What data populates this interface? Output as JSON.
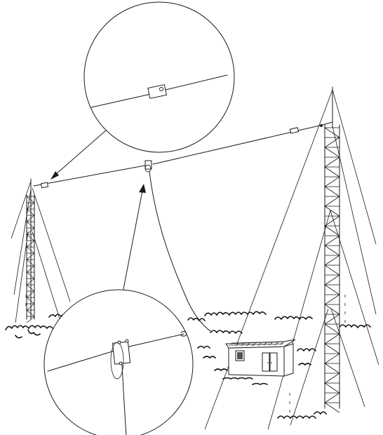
{
  "figure": {
    "background": "#ffffff",
    "ink": "#1a1a1a",
    "components": [
      "left-lattice-mast",
      "right-lattice-mast",
      "main-antenna-wire",
      "insulator-left",
      "insulator-right",
      "center-balun",
      "feedline",
      "guy-wires",
      "equipment-shelter",
      "detail-callout-insulator",
      "detail-callout-balun",
      "pointer-arrows",
      "vegetation"
    ]
  }
}
